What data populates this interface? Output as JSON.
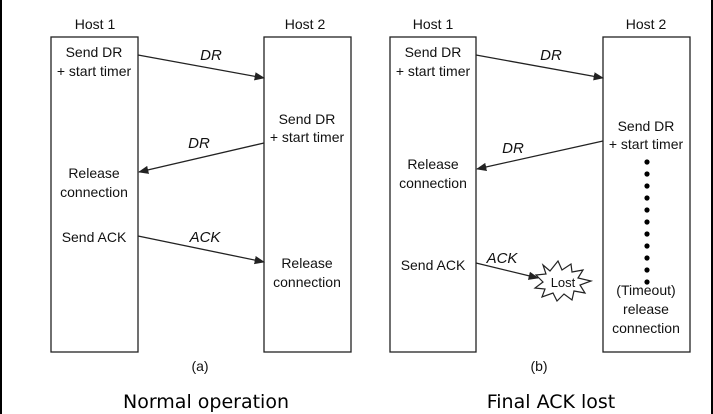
{
  "panel_a": {
    "host1_label": "Host 1",
    "host2_label": "Host 2",
    "h1_send_dr": [
      "Send DR",
      "+ start timer"
    ],
    "h2_send_dr": [
      "Send DR",
      "+ start timer"
    ],
    "h1_release": [
      "Release",
      "connection"
    ],
    "h1_send_ack": "Send ACK",
    "h2_release": [
      "Release",
      "connection"
    ],
    "msg_dr_1": "DR",
    "msg_dr_2": "DR",
    "msg_ack": "ACK",
    "sub_label": "(a)",
    "caption": "Normal operation"
  },
  "panel_b": {
    "host1_label": "Host 1",
    "host2_label": "Host 2",
    "h1_send_dr": [
      "Send DR",
      "+ start timer"
    ],
    "h2_send_dr": [
      "Send DR",
      "+ start timer"
    ],
    "h1_release": [
      "Release",
      "connection"
    ],
    "h1_send_ack": "Send ACK",
    "h2_timeout": [
      "(Timeout)",
      "release",
      "connection"
    ],
    "lost_label": "Lost",
    "msg_dr_1": "DR",
    "msg_dr_2": "DR",
    "msg_ack": "ACK",
    "sub_label": "(b)",
    "caption": "Final ACK lost"
  }
}
